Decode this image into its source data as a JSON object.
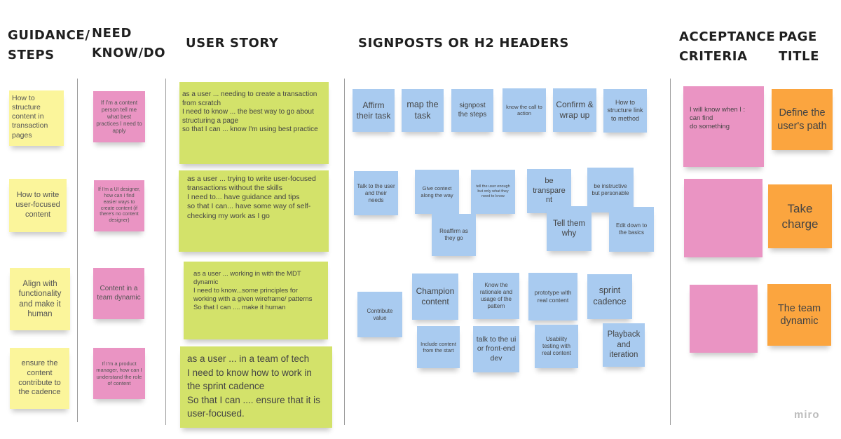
{
  "headers": {
    "guidance": [
      "GUIDANCE/",
      "STEPS"
    ],
    "need": [
      "NEED",
      "KNOW/DO"
    ],
    "story": "USER STORY",
    "signposts": "SIGNPOSTS OR H2 HEADERS",
    "acceptance": [
      "ACCEPTANCE",
      "CRITERIA"
    ],
    "page_title": [
      "PAGE",
      "TITLE"
    ]
  },
  "notes": {
    "g1": "How to structure content in transaction pages",
    "g2": "How to write user-focused content",
    "g3": "Align with functionality and make it human",
    "g4": "ensure the content contribute to the cadence",
    "n1": "If I'm a content person tell me what best practices I need to apply",
    "n2": "If I'm a UI designer, how can I find easier ways to create content (if there's no content designer)",
    "n3": "Content in a team dynamic",
    "n4": "If I'm a product manager, how can I understand the role of content",
    "s1": "as a user ... needing to create a transaction from scratch\nI need to know ... the best way to go about structuring a page\nso that I can ... know I'm using best practice",
    "s2": "as a user ... trying to write user-focused transactions without the skills\nI need to... have guidance and tips\nso that I can... have some way of self-checking my work as I go",
    "s3": "as a user ... working in with the MDT dynamic\nI need to know...some principles for working with a given wireframe/ patterns\nSo that I can .... make it human",
    "s4": "as a user ... in a team of tech\nI need to know how to work in the sprint cadence\nSo that I can .... ensure that it is user-focused.",
    "b1": "Affirm their task",
    "b2": "map the task",
    "b3": "signpost the steps",
    "b4": "know the call to action",
    "b5": "Confirm & wrap up",
    "b6": "How to structure link to method",
    "b7": "Talk to the user and their needs",
    "b8": "Give context along the way",
    "b9": "tell the user enough but only what they need to know",
    "b10": "be transpare nt",
    "b11": "be instructive but personable",
    "b12": "Reaffirm as they go",
    "b13": "Tell them why",
    "b14": "Edit down to the basics",
    "b15": "Contribute value",
    "b16": "Champion content",
    "b17": "Know the rationale and usage of the pattern",
    "b18": "prototype with real content",
    "b19": "sprint cadence",
    "b20": "Include content from the start",
    "b21": "talk to the ui or front-end dev",
    "b22": "Usability testing with real content",
    "b23": "Playback and iteration",
    "a1": "I will know when I :\ncan find\ndo something",
    "a2": "",
    "a3": "",
    "t1": "Define the user's path",
    "t2": "Take charge",
    "t3": "The team dynamic"
  },
  "branding": {
    "logo": "miro"
  }
}
